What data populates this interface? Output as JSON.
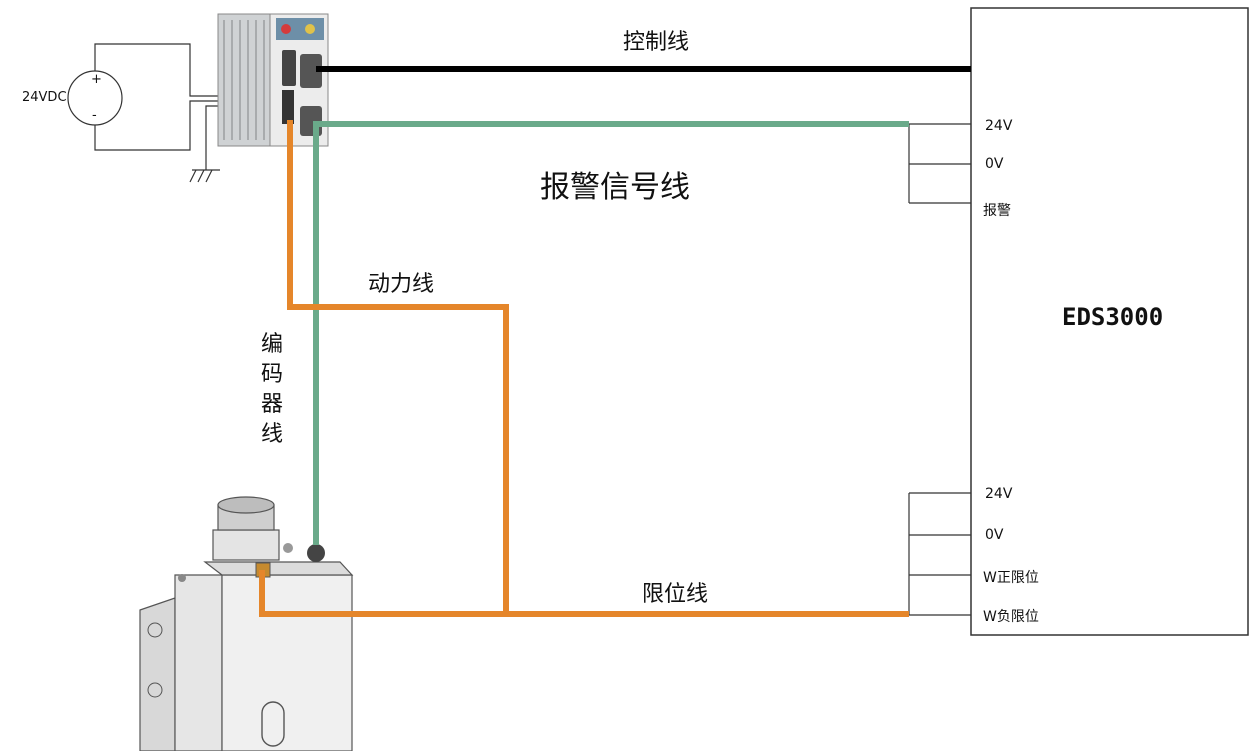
{
  "power_source": {
    "label": "24VDC",
    "plus": "+",
    "minus": "-"
  },
  "wires": {
    "control": "控制线",
    "alarm_signal": "报警信号线",
    "power": "动力线",
    "encoder": [
      "编",
      "码",
      "器",
      "线"
    ],
    "limit": "限位线"
  },
  "controller": {
    "name": "EDS3000",
    "top_pins": [
      "24V",
      "0V",
      "报警"
    ],
    "bottom_pins": [
      "24V",
      "0V",
      "W正限位",
      "W负限位"
    ]
  },
  "colors": {
    "control_wire": "#000000",
    "encoder_wire": "#6aaa8a",
    "power_wire": "#e5862a"
  }
}
